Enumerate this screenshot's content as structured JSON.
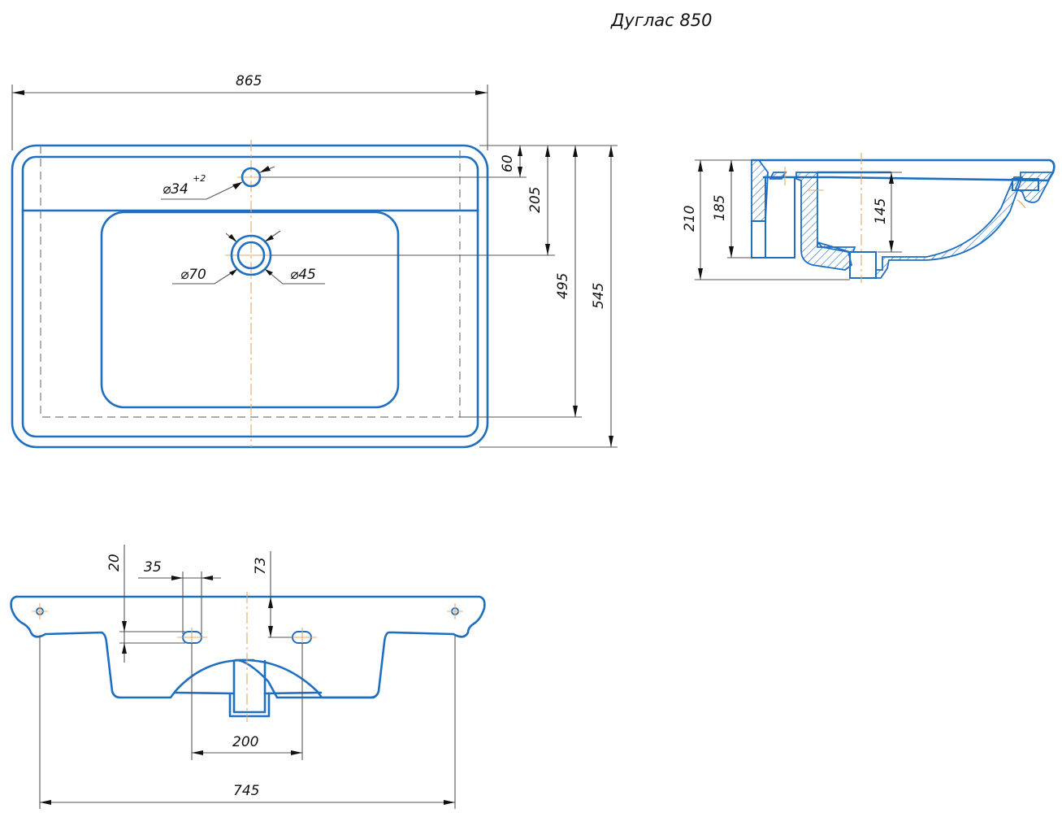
{
  "title": "Дуглас 850",
  "top_view": {
    "overall_width": "865",
    "tap_hole_diameter": "⌀34",
    "tap_hole_tolerance": "+2",
    "drain_outer_diameter": "⌀70",
    "drain_inner_diameter": "⌀45",
    "depth_to_tap_hole": "60",
    "depth_to_drain": "205",
    "depth_to_rear_dashed": "495",
    "overall_depth": "545"
  },
  "side_view": {
    "overall_height": "210",
    "height_to_rim": "185",
    "bowl_depth": "145"
  },
  "rear_view": {
    "mount_slot_offset": "20",
    "slot_length": "35",
    "slot_drop_from_top": "73",
    "slot_spacing": "200",
    "support_width": "745"
  },
  "colors": {
    "outline": "#1f6fc0",
    "dimension": "#555555",
    "centerline": "#e0a868",
    "text": "#111111"
  }
}
